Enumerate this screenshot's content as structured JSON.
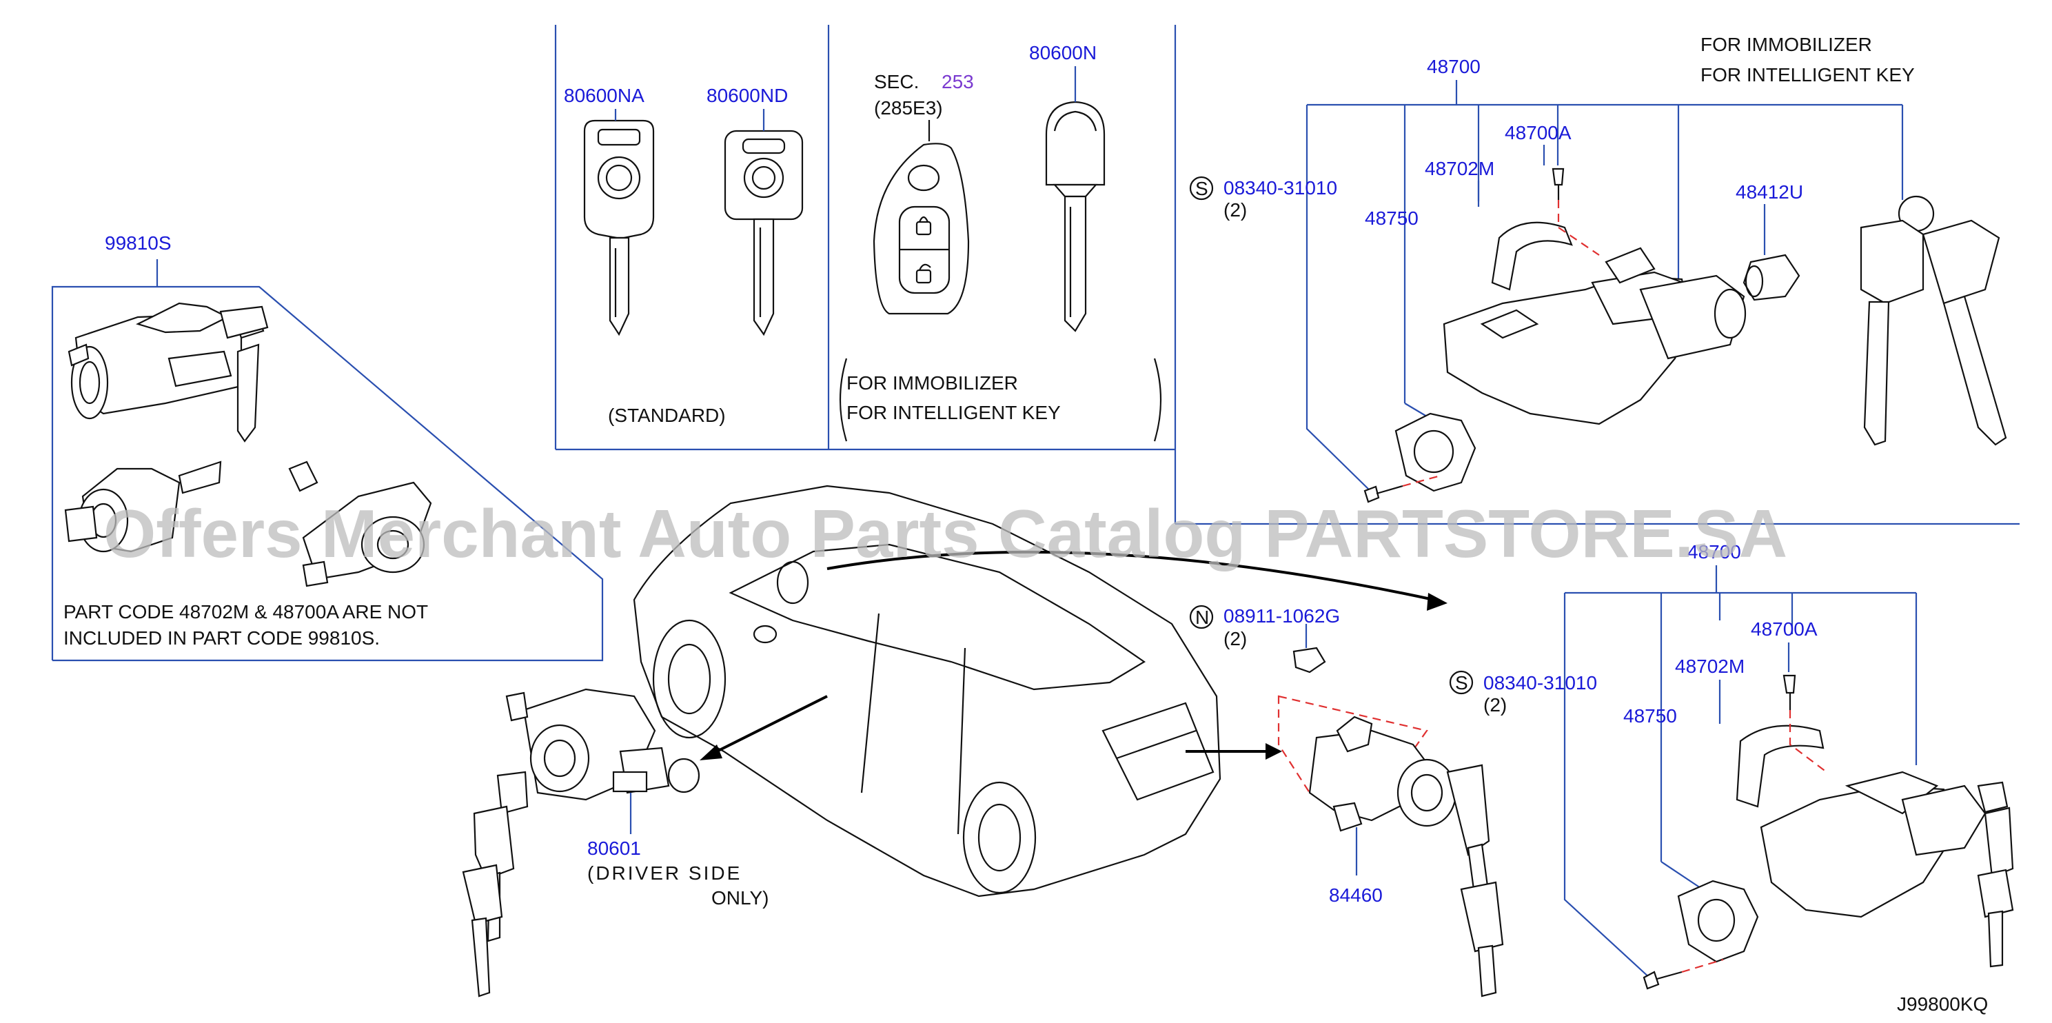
{
  "watermark": "Offers Merchant Auto Parts Catalog PARTSTORE.SA",
  "diagram_id": "J99800KQ",
  "colors": {
    "part_number": "#1a1ad8",
    "leader": "#2a4fb0",
    "dashed": "#e03030",
    "sec_ref": "#7a3ad0",
    "watermark": "#bdbdbd"
  },
  "labels": {
    "p99810s": "99810S",
    "p80600na": "80600NA",
    "p80600nd": "80600ND",
    "sec": "SEC.",
    "sec_num": "253",
    "sec_code": "(285E3)",
    "p80600n": "80600N",
    "standard": "(STANDARD)",
    "immob_1": "FOR   IMMOBILIZER",
    "intel_1": "FOR   INTELLIGENT   KEY",
    "immob_2": "FOR   IMMOBILIZER",
    "intel_2": "FOR   INTELLIGENT   KEY",
    "p48700_top": "48700",
    "s_top": "S",
    "p08340_top": "08340-31010",
    "qty_top": "(2)",
    "p48700a_top": "48700A",
    "p48702m_top": "48702M",
    "p48750_top": "48750",
    "p48412u": "48412U",
    "note_line1": "PART  CODE  48702M  &  48700A  ARE  NOT",
    "note_line2": "INCLUDED  IN  PART  CODE  99810S.",
    "n_badge": "N",
    "p08911": "08911-1062G",
    "qty_n": "(2)",
    "p80601": "80601",
    "driver1": "(DRIVER    SIDE",
    "driver2": "ONLY)",
    "p84460": "84460",
    "p48700_bot": "48700",
    "s_bot": "S",
    "p08340_bot": "08340-31010",
    "qty_bot": "(2)",
    "p48700a_bot": "48700A",
    "p48702m_bot": "48702M",
    "p48750_bot": "48750"
  }
}
